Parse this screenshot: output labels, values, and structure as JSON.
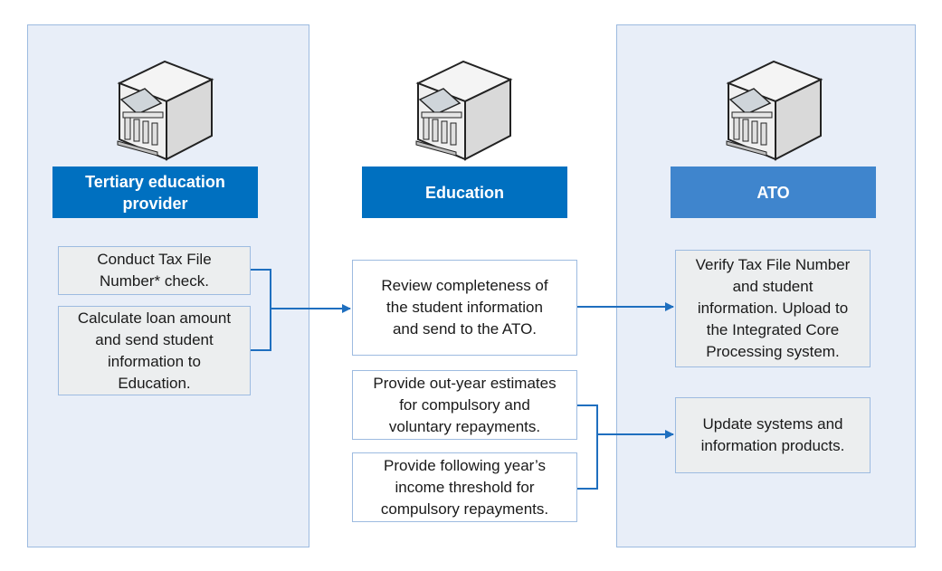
{
  "lanes": {
    "provider": {
      "header": "Tertiary education\nprovider",
      "steps": [
        "Conduct Tax File\nNumber* check.",
        "Calculate loan amount\nand send student\ninformation to\nEducation."
      ]
    },
    "education": {
      "header": "Education",
      "steps": [
        "Review completeness of\nthe student information\nand send to the ATO.",
        "Provide out-year estimates\nfor compulsory and\nvoluntary repayments.",
        "Provide following year’s\nincome threshold for\ncompulsory repayments."
      ]
    },
    "ato": {
      "header": "ATO",
      "steps": [
        "Verify Tax File Number\nand student\ninformation. Upload to\nthe Integrated Core\nProcessing system.",
        "Update systems and\ninformation products."
      ]
    }
  },
  "colors": {
    "header_dark": "#0070c0",
    "header_ato": "#3f85cd",
    "lane_bg": "#e8eef8",
    "lane_border": "#9dbbe0",
    "arrow": "#1f6fbf"
  },
  "icons": [
    "building-icon",
    "building-icon",
    "building-icon"
  ]
}
